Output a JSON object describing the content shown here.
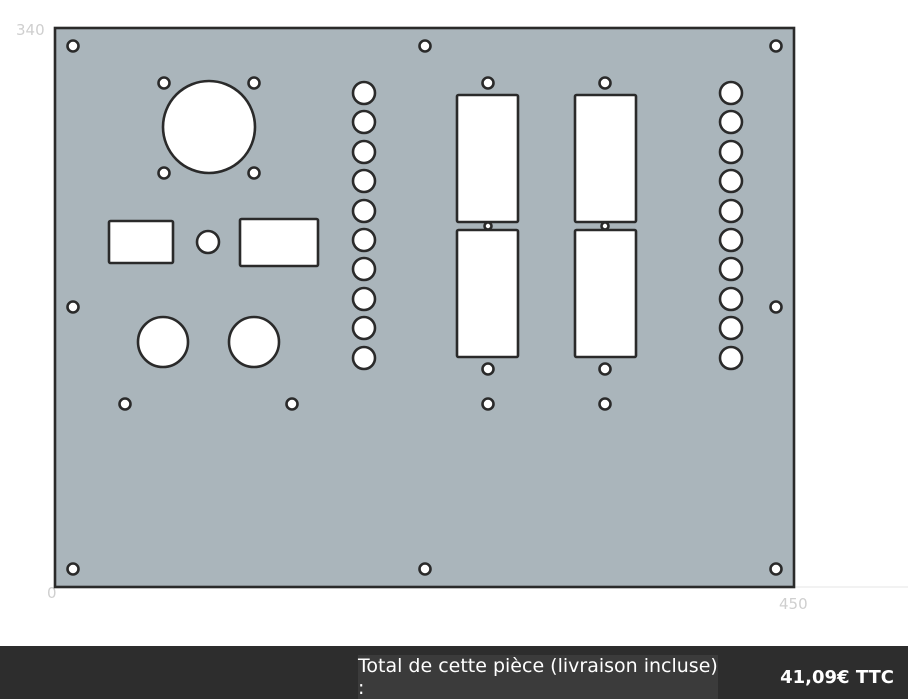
{
  "drawing": {
    "axis": {
      "y_top_label": "340",
      "origin_label": "0",
      "x_right_label": "450"
    },
    "colors": {
      "plate_fill": "#aab5bb",
      "outline": "#2a2a2a",
      "hole_fill": "#ffffff"
    }
  },
  "footer": {
    "total_label": "Total de cette pièce (livraison incluse) :",
    "total_value": "41,09€ TTC"
  }
}
